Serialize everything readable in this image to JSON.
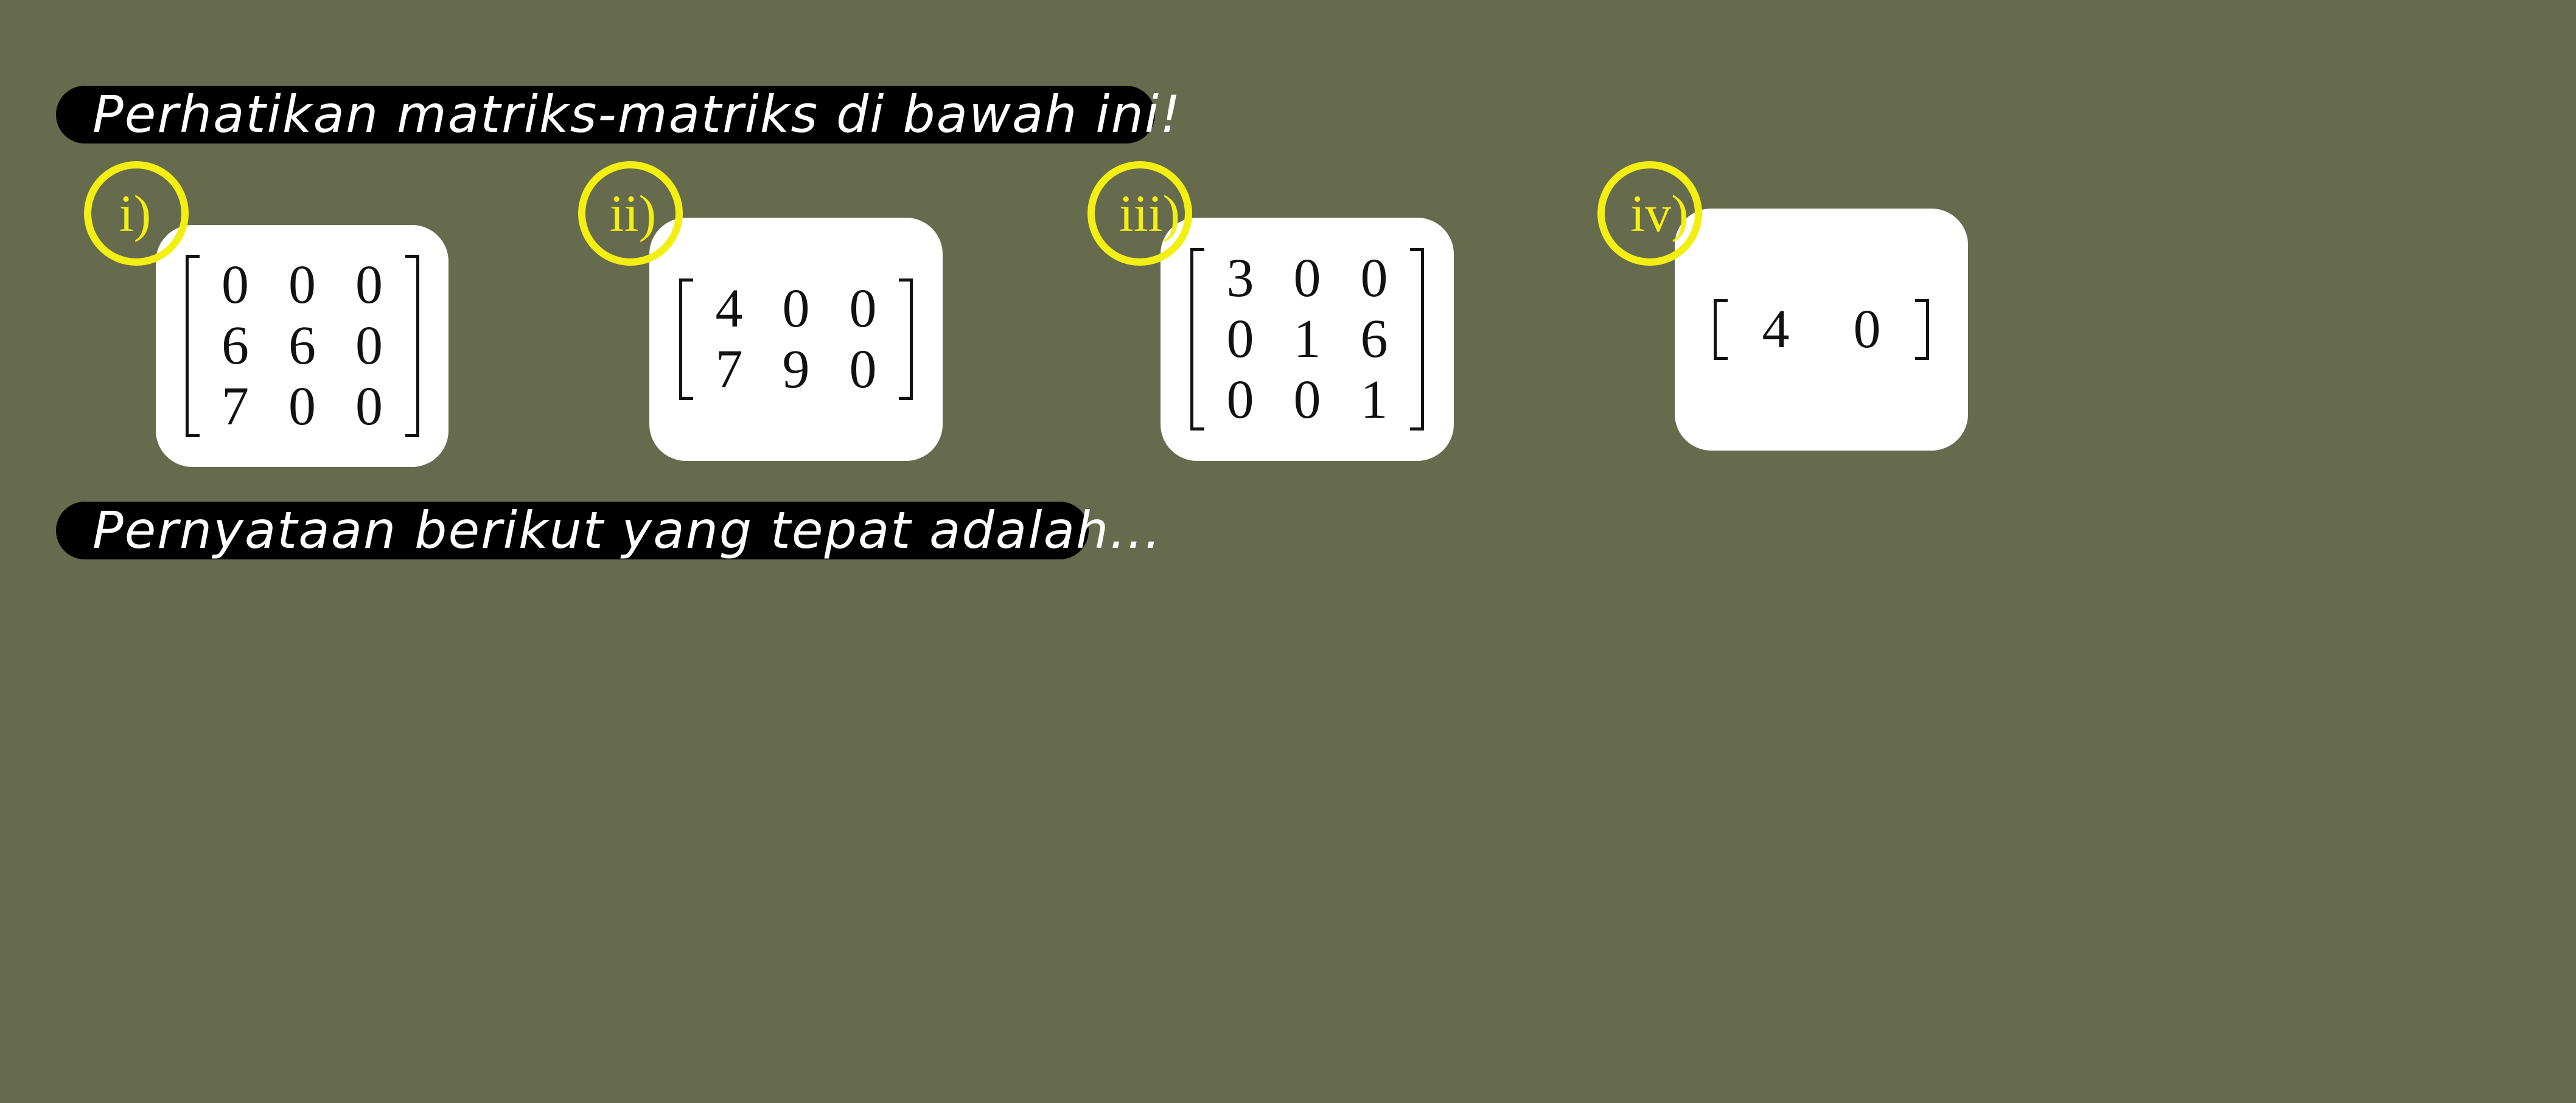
{
  "header": {
    "instruction": "Perhatikan matriks-matriks di bawah ini!"
  },
  "footer": {
    "question": "Pernyataan berikut yang tepat adalah..."
  },
  "colors": {
    "background": "#666b4e",
    "banner": "#000000",
    "label_circle": "#f4ef12",
    "card": "#ffffff"
  },
  "matrices": [
    {
      "label": "i)",
      "rows": [
        [
          "0",
          "0",
          "0"
        ],
        [
          "6",
          "6",
          "0"
        ],
        [
          "7",
          "0",
          "0"
        ]
      ]
    },
    {
      "label": "ii)",
      "rows": [
        [
          "4",
          "0",
          "0"
        ],
        [
          "7",
          "9",
          "0"
        ]
      ]
    },
    {
      "label": "iii)",
      "rows": [
        [
          "3",
          "0",
          "0"
        ],
        [
          "0",
          "1",
          "6"
        ],
        [
          "0",
          "0",
          "1"
        ]
      ]
    },
    {
      "label": "iv)",
      "rows": [
        [
          "4",
          "0"
        ]
      ]
    }
  ]
}
